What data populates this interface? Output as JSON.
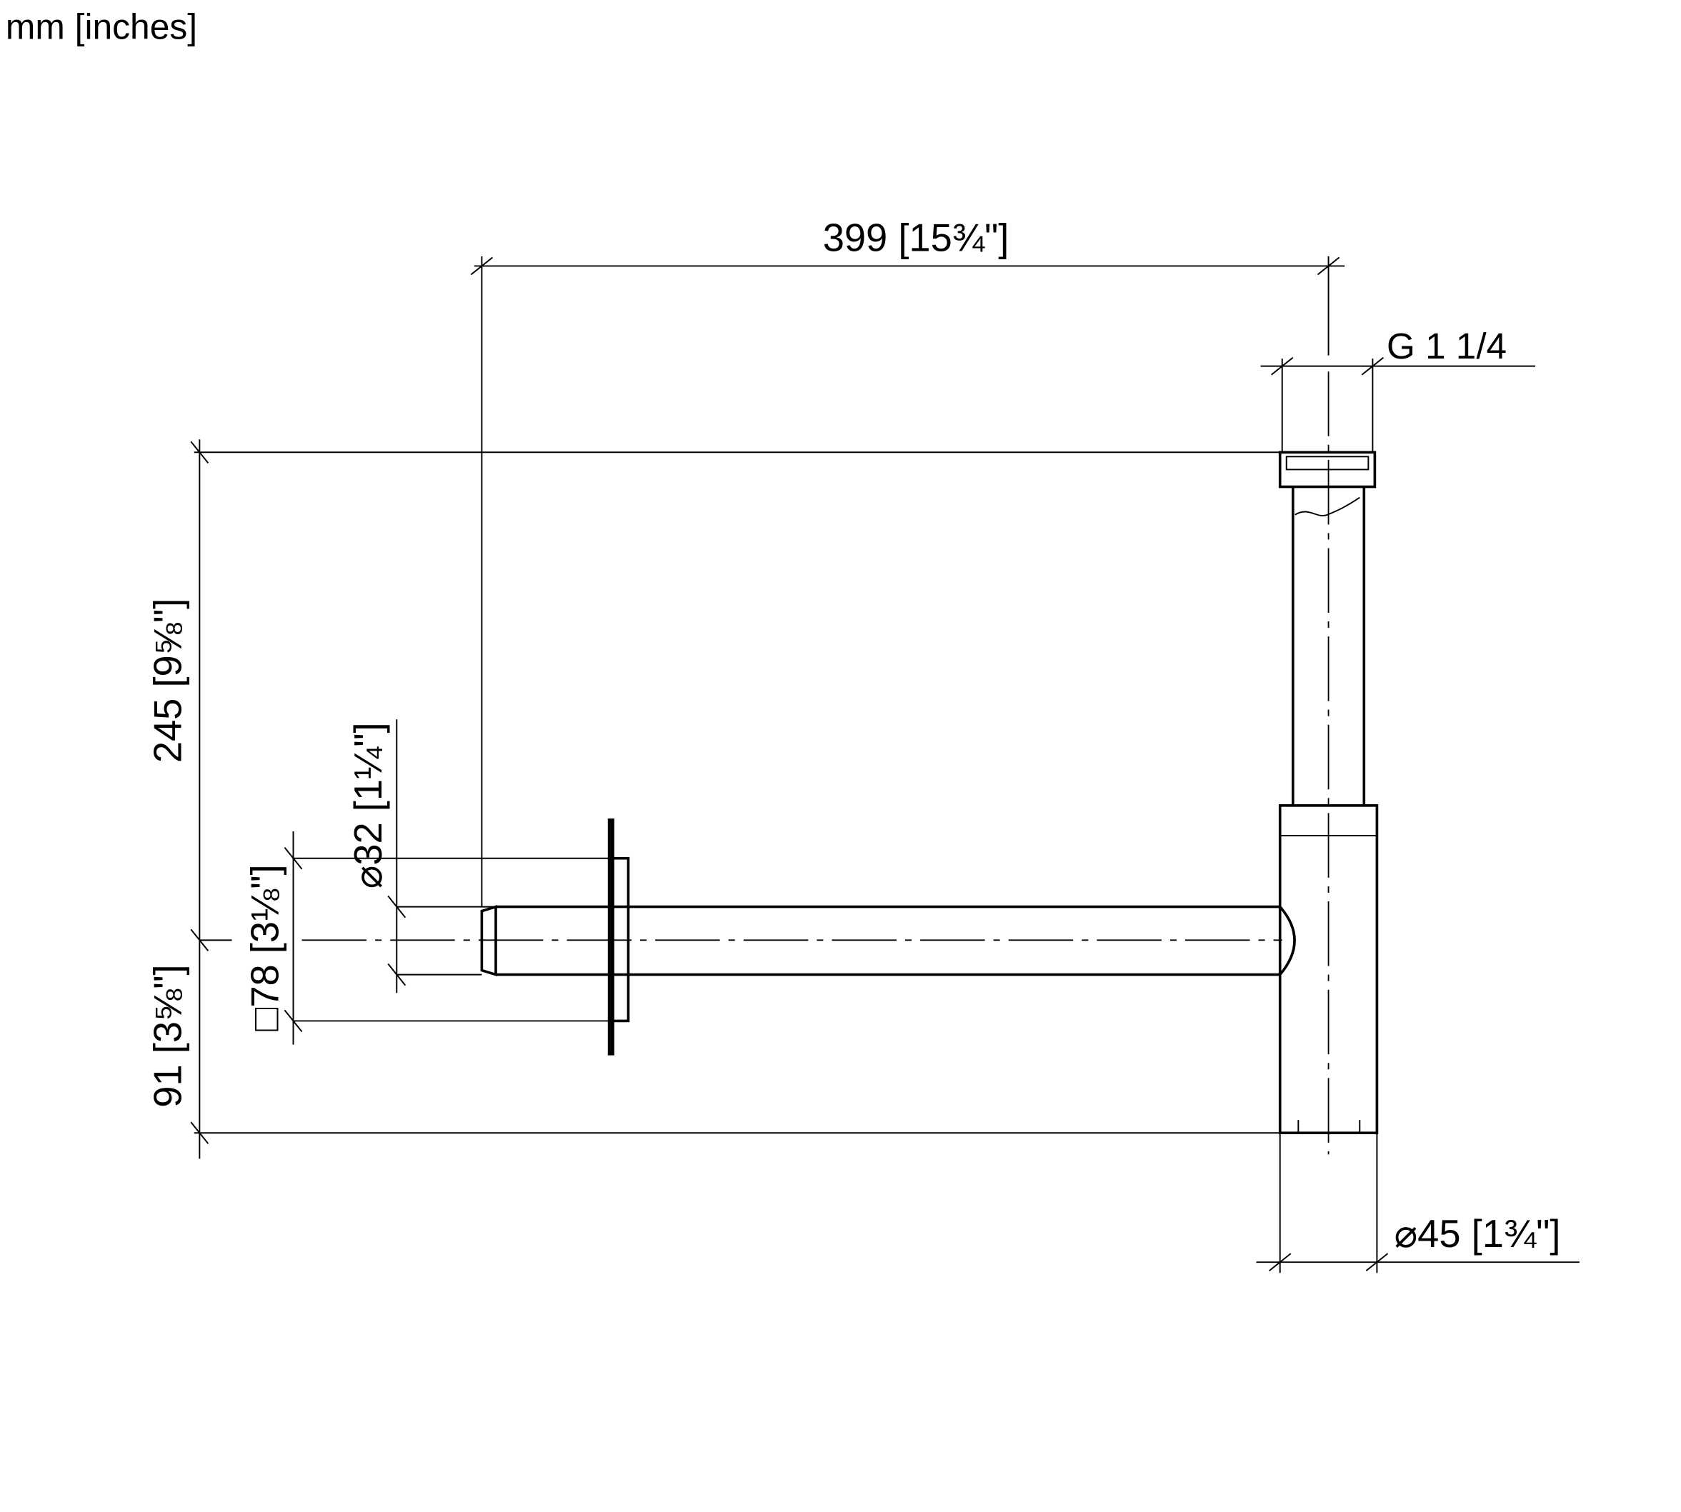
{
  "units_label": "mm [inches]",
  "dimensions": {
    "width": {
      "mm": "399",
      "inch": "15¾\""
    },
    "thread": {
      "label": "G 1 1/4"
    },
    "height_top": {
      "mm": "245",
      "inch": "9⅝\""
    },
    "height_bottom": {
      "mm": "91",
      "inch": "3⅝\""
    },
    "flange": {
      "symbol": "□",
      "mm": "78",
      "inch": "3⅛\""
    },
    "pipe_diameter": {
      "symbol": "⌀",
      "mm": "32",
      "inch": "1¼\""
    },
    "trap_diameter": {
      "symbol": "⌀",
      "mm": "45",
      "inch": "1¾\""
    }
  }
}
